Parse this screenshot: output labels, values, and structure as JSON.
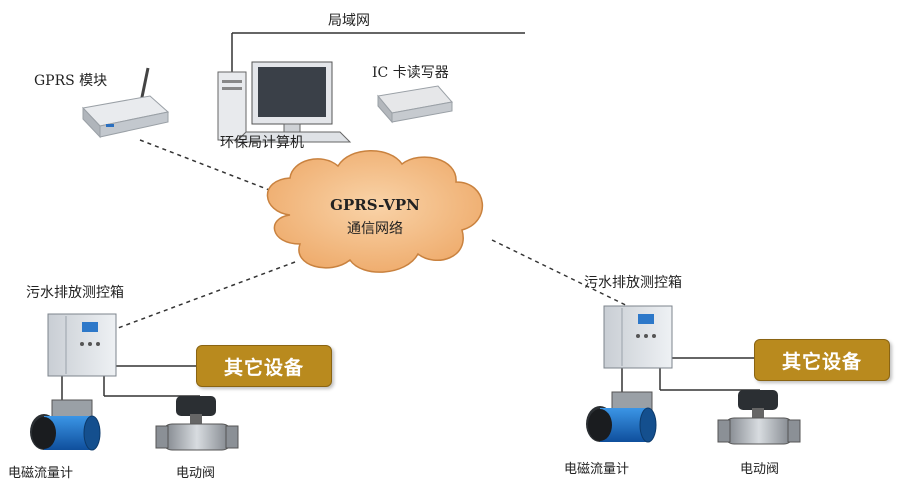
{
  "network": {
    "lan_label": "局域网",
    "gprs_module_label": "GPRS 模块",
    "computer_label": "环保局计算机",
    "ic_reader_label": "IC 卡读写器",
    "cloud": {
      "title": "GPRS-VPN",
      "subtitle": "通信网络"
    }
  },
  "sites": [
    {
      "box_label": "污水排放测控箱",
      "other_equipment_label": "其它设备",
      "flowmeter_label": "电磁流量计",
      "valve_label": "电动阀"
    },
    {
      "box_label": "污水排放测控箱",
      "other_equipment_label": "其它设备",
      "flowmeter_label": "电磁流量计",
      "valve_label": "电动阀"
    }
  ],
  "colors": {
    "cloud_fill": "#f4bd86",
    "tag_fill": "#b98a1e",
    "flowmeter_blue": "#1e73c8",
    "cabinet_gray": "#d9dde2"
  }
}
